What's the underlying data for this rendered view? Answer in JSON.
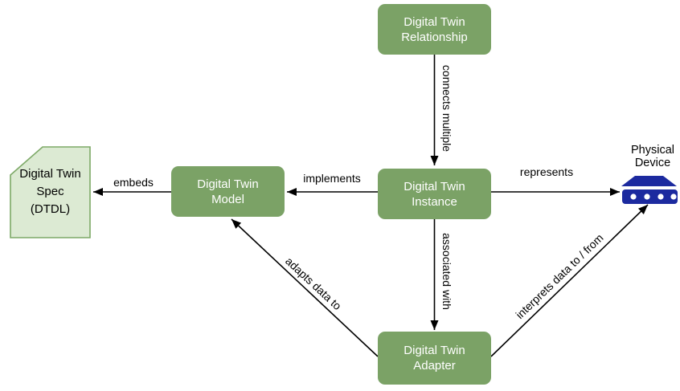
{
  "diagram": {
    "nodes": {
      "relationship": {
        "lines": [
          "Digital Twin",
          "Relationship"
        ]
      },
      "instance": {
        "lines": [
          "Digital Twin",
          "Instance"
        ]
      },
      "model": {
        "lines": [
          "Digital Twin",
          "Model"
        ]
      },
      "adapter": {
        "lines": [
          "Digital Twin",
          "Adapter"
        ]
      },
      "spec": {
        "lines": [
          "Digital Twin",
          "Spec",
          "(DTDL)"
        ]
      },
      "device": {
        "lines": [
          "Physical",
          "Device"
        ]
      }
    },
    "edges": {
      "connects_multiple": "connects multiple",
      "implements": "implements",
      "embeds": "embeds",
      "represents": "represents",
      "associated_with": "associated with",
      "adapts_data_to": "adapts data to",
      "interprets_data": "interprets data to / from"
    },
    "colors": {
      "node_fill": "#7BA266",
      "node_text": "#FFFFFF",
      "spec_fill": "#DCEAD3",
      "spec_border": "#7DA967",
      "device": "#1C2A9F",
      "edge": "#000000",
      "label_text": "#000000",
      "background": "#FFFFFF"
    }
  }
}
